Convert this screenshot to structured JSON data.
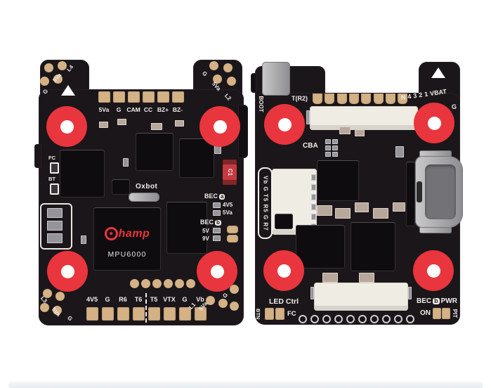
{
  "palette": {
    "pcb_black": "#1b161a",
    "pad_gold": "#d4b286",
    "grommet_red": "#e9353d",
    "silkscreen_white": "#f2efeb",
    "logo_red": "#e9353d",
    "connector_white": "#efece4",
    "metal_gray": "#b4b4b6",
    "background": "#ffffff"
  },
  "front_board": {
    "corner_pads_tl": [
      "L4",
      "5Va",
      "G"
    ],
    "corner_pads_tr": [
      "G",
      "5Va",
      "L2"
    ],
    "corner_pads_bl": [
      "L3",
      "5Va",
      "G"
    ],
    "corner_pads_br": [
      "L1",
      "5Va",
      "G"
    ],
    "top_edge_pins": [
      "5Va",
      "G",
      "CAM",
      "CC",
      "BZ+",
      "BZ-"
    ],
    "bottom_edge_pins": [
      "4V5",
      "G",
      "R6",
      "T6",
      "T5",
      "VTX",
      "G",
      "Vb"
    ],
    "status_leds": [
      "FC",
      "BT"
    ],
    "silk_text": "Oxbot",
    "logo_star": "★",
    "logo_text": "hamp",
    "gyro_chip": "MPU6000",
    "capacitor_label": "C1",
    "bec_a": {
      "label": "BEC",
      "tag": "a",
      "options": [
        "4V5",
        "5Va"
      ]
    },
    "bec_b": {
      "label": "BEC",
      "tag": "b",
      "options": [
        "5V",
        "9V"
      ]
    }
  },
  "back_board": {
    "boot_label": "BOOT",
    "uart_label": "T(R2)",
    "motor_pins": [
      "N",
      "4",
      "3",
      "2",
      "1",
      "VBAT"
    ],
    "motor_ground": "G",
    "cba_label": "CBA",
    "side_connector_label": "Vb G T5 R5 G R7",
    "led_ctrl_label": "LED Ctrl",
    "btn_label": "BTN",
    "fc_label": "FC",
    "bec_b_label": "BEC",
    "bec_b_tag": "b",
    "bec_b_suffix": "PWR",
    "on_label": "ON",
    "pit_label": "PIT"
  }
}
